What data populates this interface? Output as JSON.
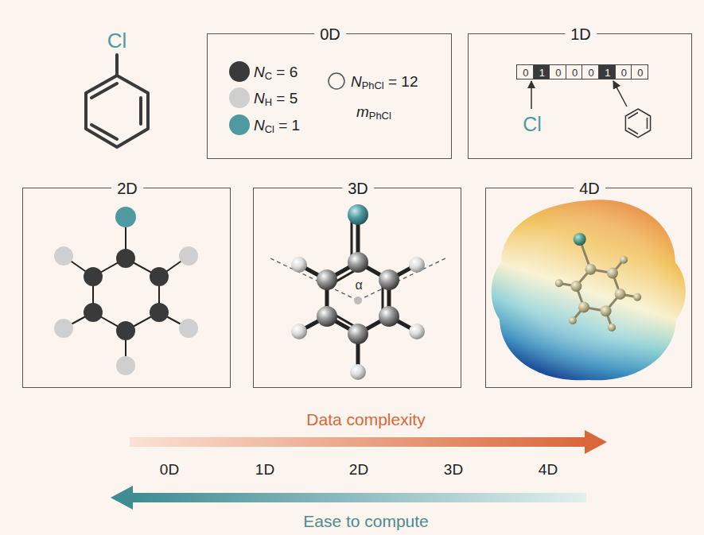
{
  "diagram": {
    "nodes": [
      {
        "text": [
          "0D",
          "NC = 6",
          "NH = 5",
          "NCl = 1",
          "NPhCl = 12",
          "mPhCl"
        ]
      },
      {
        "text": [
          "1D",
          "Cl"
        ]
      },
      {
        "text": [
          "0"
        ],
        "in": 1
      },
      {
        "text": [
          "1"
        ],
        "in": 1
      },
      {
        "text": [
          "0"
        ],
        "in": 1
      },
      {
        "text": [
          "0"
        ],
        "in": 1
      },
      {
        "text": [
          "0"
        ],
        "in": 1
      },
      {
        "text": [
          "1"
        ],
        "in": 1
      },
      {
        "text": [
          "0"
        ],
        "in": 1
      },
      {
        "text": [
          "0"
        ],
        "in": 1
      },
      {
        "text": [
          "2D"
        ]
      },
      {
        "text": [
          "3D",
          "α"
        ]
      },
      {
        "text": [
          "4D"
        ]
      }
    ],
    "labels": [
      "Cl",
      "Data complexity",
      "0D",
      "1D",
      "2D",
      "3D",
      "4D",
      "Ease to compute"
    ]
  }
}
